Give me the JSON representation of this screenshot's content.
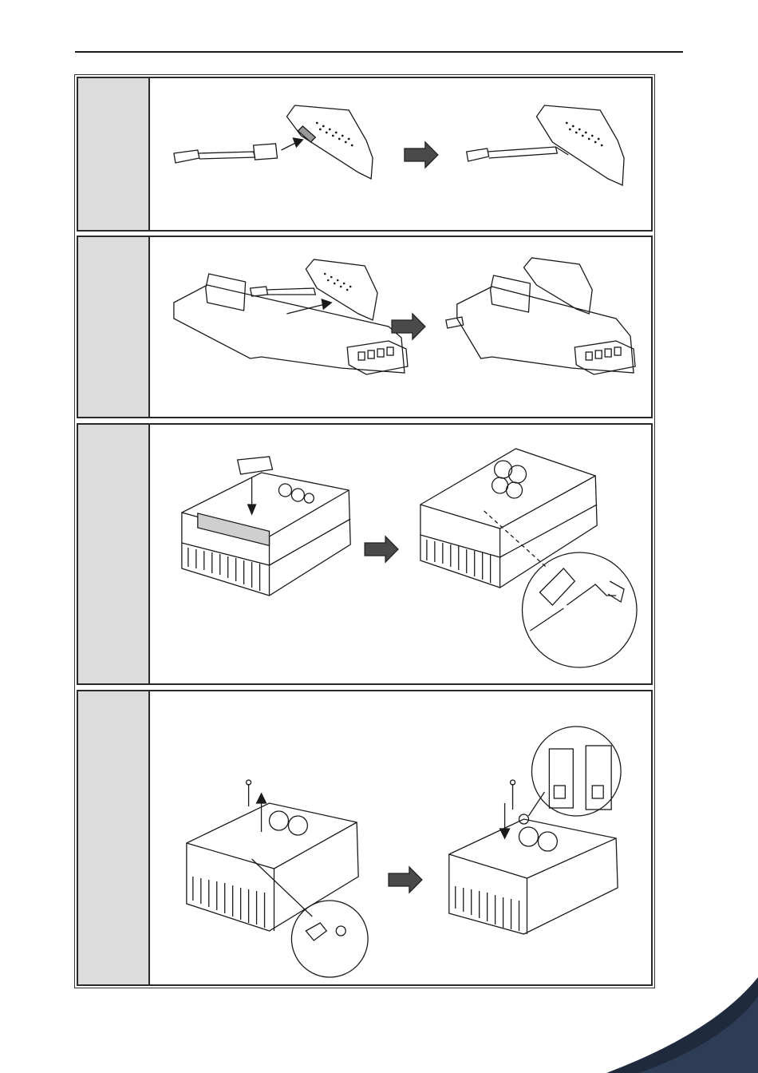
{
  "page": {
    "colors": {
      "line": "#1a1a1a",
      "column_fill": "#dcdcdc",
      "corner": "#1f2a3c"
    }
  },
  "steps": [
    {
      "number": "",
      "figure": "ribbon-cable-to-option-board"
    },
    {
      "number": "",
      "figure": "cable-to-adapter-board"
    },
    {
      "number": "",
      "figure": "board-into-drive-slot"
    },
    {
      "number": "",
      "figure": "fasten-screw-drive"
    }
  ]
}
